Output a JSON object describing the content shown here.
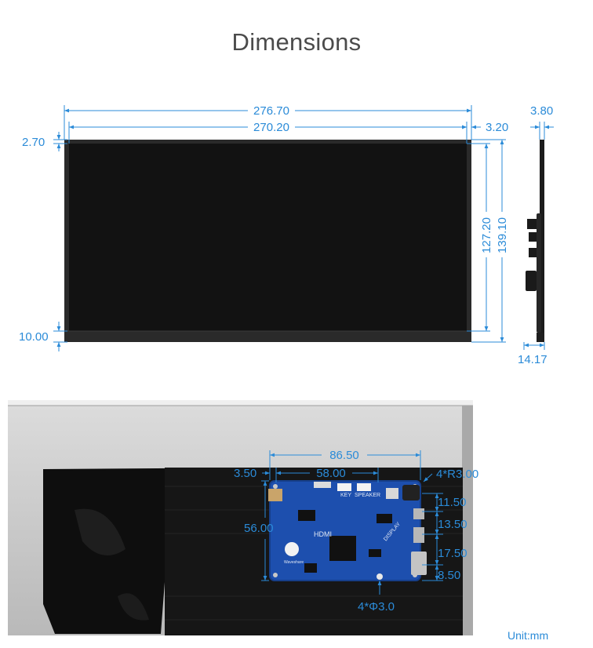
{
  "title": "Dimensions",
  "unit_label": "Unit:mm",
  "front_view": {
    "outer_width": "276.70",
    "display_width": "270.20",
    "right_border": "3.20",
    "top_border": "2.70",
    "bottom_border": "10.00",
    "display_height": "127.20",
    "outer_height": "139.10"
  },
  "side_view": {
    "thickness": "3.80",
    "depth_with_board": "14.17"
  },
  "driver_board": {
    "board_width": "86.50",
    "hole_spacing_x": "58.00",
    "hole_offset_x": "3.50",
    "corner_radius": "4*R3.00",
    "board_height": "56.00",
    "port_gap_1": "11.50",
    "port_gap_2": "13.50",
    "port_gap_3": "17.50",
    "port_gap_4": "8.50",
    "mount_holes": "4*Φ3.0",
    "silkscreen": {
      "hdmi": "HDMI",
      "key": "KEY",
      "speaker": "SPEAKER",
      "display": "DISPLAY",
      "brand": "Waveshare"
    }
  },
  "colors": {
    "dimension": "#2b8bd8",
    "pcb": "#1d4fae",
    "screen": "#121212",
    "bezel": "#2a2a2a"
  }
}
